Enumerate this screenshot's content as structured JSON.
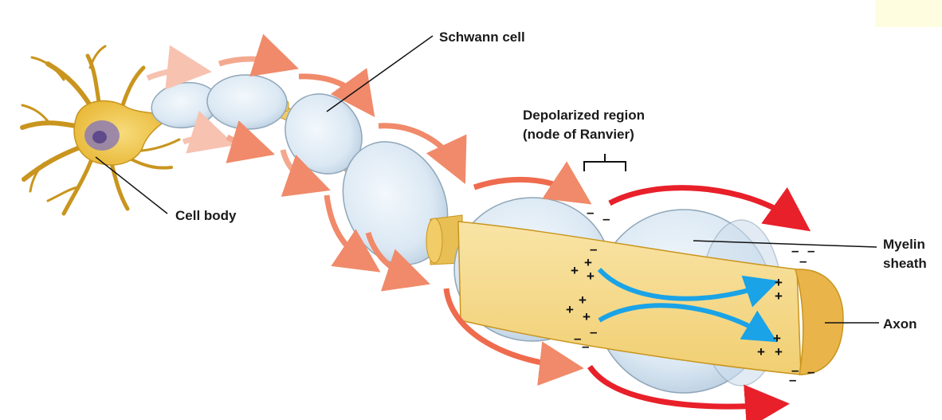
{
  "labels": {
    "schwann_cell": "Schwann cell",
    "depolarized_line1": "Depolarized region",
    "depolarized_line2": "(node of Ranvier)",
    "cell_body": "Cell body",
    "myelin_line1": "Myelin",
    "myelin_line2": "sheath",
    "axon": "Axon"
  },
  "charges": {
    "plus": "+",
    "minus": "–"
  },
  "colors": {
    "background": "#ffffff",
    "corner_tint": "#fffde0",
    "myelin_fill": "#dbe8f3",
    "myelin_stroke": "#8fa6b8",
    "axon_fill": "#f6d98a",
    "axon_dark": "#e0b04a",
    "cell_body": "#f2c94c",
    "nucleus": "#8d7bb0",
    "arrow_red": "#e8202a",
    "arrow_salmon": "#f08a6a",
    "arrow_blue": "#1aa3e6"
  }
}
